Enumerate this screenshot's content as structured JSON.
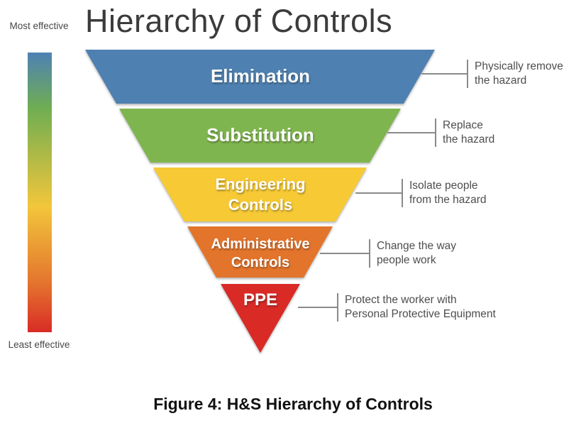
{
  "title": "Hierarchy of Controls",
  "caption": "Figure 4: H&S Hierarchy of Controls",
  "effectiveness_scale": {
    "top_label": "Most effective",
    "bottom_label": "Least effective",
    "gradient_colors": [
      "#4e81b4",
      "#6fae52",
      "#f2c63b",
      "#e4762e",
      "#d92c26"
    ]
  },
  "levels": [
    {
      "name": "Elimination",
      "color": "#4e80b1",
      "description": "Physically remove\nthe hazard"
    },
    {
      "name": "Substitution",
      "color": "#7fb54e",
      "description": "Replace\nthe hazard"
    },
    {
      "name": "Engineering\nControls",
      "color": "#f6c935",
      "description": "Isolate people\nfrom the hazard"
    },
    {
      "name": "Administrative\nControls",
      "color": "#e2742c",
      "description": "Change the way\npeople work"
    },
    {
      "name": "PPE",
      "color": "#d92a26",
      "description": "Protect the worker with\nPersonal Protective Equipment"
    }
  ]
}
